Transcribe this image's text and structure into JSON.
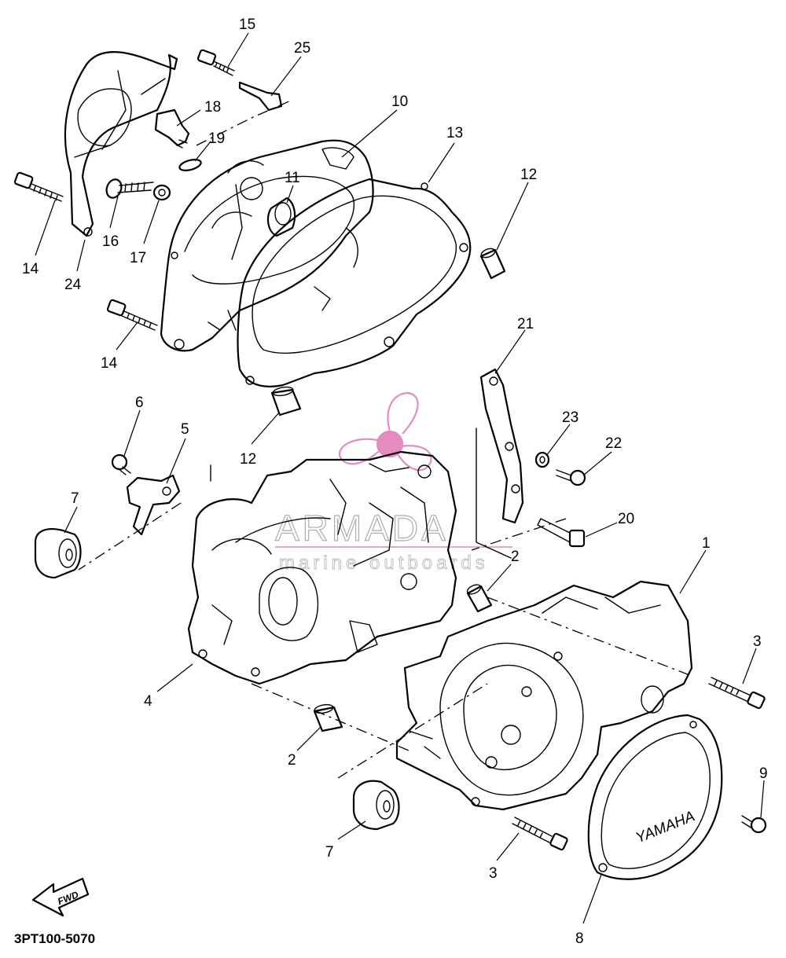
{
  "diagram": {
    "code": "3PT100-5070",
    "cover_brand": "YAMAHA",
    "fwd_label": "FWD",
    "watermark": {
      "name": "ARMADA",
      "subtitle": "marine outboards"
    },
    "callouts": [
      "1",
      "2",
      "3",
      "4",
      "5",
      "6",
      "7",
      "8",
      "9",
      "10",
      "11",
      "12",
      "13",
      "14",
      "15",
      "16",
      "17",
      "18",
      "19",
      "20",
      "21",
      "22",
      "23",
      "24",
      "25"
    ],
    "labels": [
      {
        "id": "l15",
        "text": "15"
      },
      {
        "id": "l25",
        "text": "25"
      },
      {
        "id": "l18",
        "text": "18"
      },
      {
        "id": "l19",
        "text": "19"
      },
      {
        "id": "l10",
        "text": "10"
      },
      {
        "id": "l13",
        "text": "13"
      },
      {
        "id": "l11",
        "text": "11"
      },
      {
        "id": "l12a",
        "text": "12"
      },
      {
        "id": "l14a",
        "text": "14"
      },
      {
        "id": "l16",
        "text": "16"
      },
      {
        "id": "l17",
        "text": "17"
      },
      {
        "id": "l24",
        "text": "24"
      },
      {
        "id": "l14b",
        "text": "14"
      },
      {
        "id": "l12b",
        "text": "12"
      },
      {
        "id": "l21",
        "text": "21"
      },
      {
        "id": "l6",
        "text": "6"
      },
      {
        "id": "l5",
        "text": "5"
      },
      {
        "id": "l23",
        "text": "23"
      },
      {
        "id": "l22",
        "text": "22"
      },
      {
        "id": "l7a",
        "text": "7"
      },
      {
        "id": "l20",
        "text": "20"
      },
      {
        "id": "l2a",
        "text": "2"
      },
      {
        "id": "l1",
        "text": "1"
      },
      {
        "id": "l3a",
        "text": "3"
      },
      {
        "id": "l4",
        "text": "4"
      },
      {
        "id": "l2b",
        "text": "2"
      },
      {
        "id": "l9",
        "text": "9"
      },
      {
        "id": "l7b",
        "text": "7"
      },
      {
        "id": "l3b",
        "text": "3"
      },
      {
        "id": "l8",
        "text": "8"
      }
    ]
  }
}
